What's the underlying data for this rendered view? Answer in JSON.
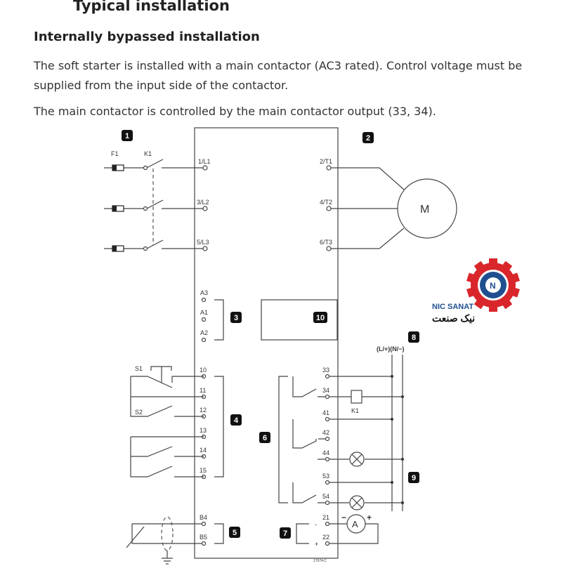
{
  "heading": "Typical installation",
  "subheading": "Internally bypassed installation",
  "paragraph1": "The soft starter is installed with a main contactor (AC3 rated). Control voltage must be supplied from the input side of the contactor.",
  "paragraph2": "The main contactor is controlled by the main contactor output (33, 34).",
  "diagram": {
    "badges": [
      "1",
      "2",
      "3",
      "4",
      "5",
      "6",
      "7",
      "8",
      "9",
      "10"
    ],
    "fuse": "F1",
    "contactor": "K1",
    "motor": "M",
    "coil": "K1",
    "ammeter": "A",
    "s1": "S1",
    "s2": "S2",
    "power_in": [
      "1/L1",
      "3/L2",
      "5/L3"
    ],
    "power_out": [
      "2/T1",
      "4/T2",
      "6/T3"
    ],
    "control_a": [
      "A3",
      "A1",
      "A2"
    ],
    "inputs": [
      "10",
      "11",
      "12",
      "13",
      "14",
      "15"
    ],
    "thermistor": [
      "B4",
      "B5"
    ],
    "relays": [
      "33",
      "34",
      "41",
      "42",
      "44",
      "53",
      "54"
    ],
    "analog": [
      "21",
      "22"
    ],
    "analog_minus": "-",
    "analog_plus": "+",
    "amm_minus": "−",
    "amm_plus": "+",
    "bus": "(L/+)(N/−)",
    "figure_id": "17674.C"
  },
  "logo": {
    "text_en": "NIC SANAT",
    "text_fa": "نیک صنعت"
  },
  "colors": {
    "logo_red": "#d9262b",
    "logo_blue": "#1f4f8f"
  }
}
